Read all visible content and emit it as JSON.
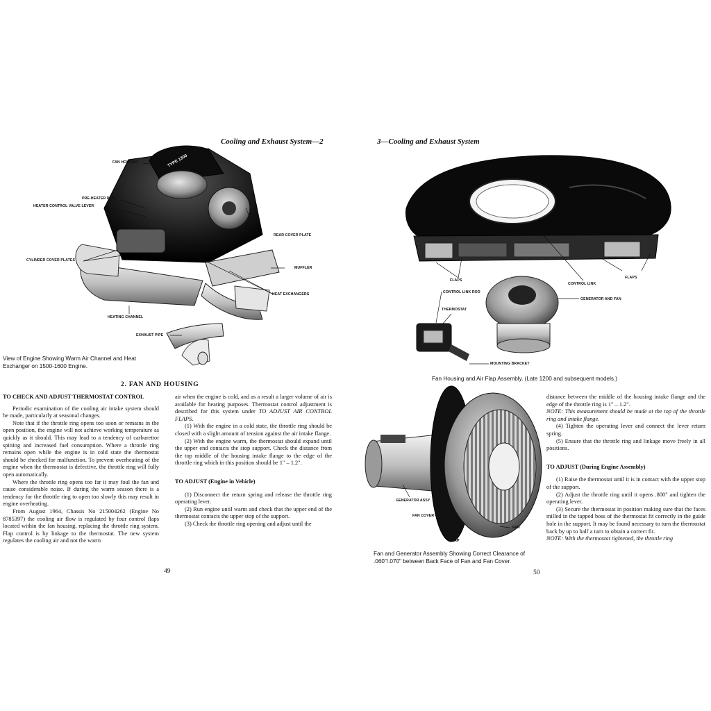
{
  "left_page": {
    "running_head": "Cooling and Exhaust System—2",
    "page_number": "49",
    "figure": {
      "callouts": {
        "fan_housing": "FAN HOUSING",
        "pre_heater_pipe": "PRE-HEATER PIPE",
        "heater_control_valve_lever": "HEATER CONTROL VALVE LEVER",
        "rear_cover_plate": "REAR COVER PLATE",
        "cylinder_cover_plates": "CYLINDER COVER PLATES",
        "muffler": "MUFFLER",
        "heat_exchangers": "HEAT EXCHANGERS",
        "heating_channel": "HEATING CHANNEL",
        "exhaust_pipe": "EXHAUST PIPE"
      },
      "badge": "TYPE 1300",
      "caption_line1": "View of Engine Showing Warm Air Channel and Heat",
      "caption_line2": "Exchanger on 1500-1600 Engine."
    },
    "section_title": "2.  FAN AND HOUSING",
    "col1": {
      "subhead": "TO CHECK AND ADJUST THERMOSTAT CONTROL",
      "p1": "Periodic examination of the cooling air intake system should be made, particularly at seasonal changes.",
      "p2": "Note that if the throttle ring opens too soon or remains in the open position, the engine will not achieve working temperature as quickly as it should. This may lead to a tendency of carburettor spitting and increased fuel consumption. Where a throttle ring remains open while the engine is in cold state the thermostat should be checked for malfunction. To prevent overheating of the engine when the thermostat is defective, the throttle ring will fully open automatically.",
      "p3": "Where the throttle ring opens too far it may foul the fan and cause considerable noise. If during the warm season there is a tendency for the throttle ring to open too slowly this may result in engine overheating.",
      "p4": "From August 1964, Chassis No 215004262 (Engine No 8785397) the cooling air flow is regulated by four control flaps located within the fan housing, replacing the throttle ring system. Flap control is by linkage to the thermostat. The new system regulates the cooling air and not the warm"
    },
    "col2": {
      "p1a": "air when the engine is cold, and as a result a larger volume of air is available for heating purposes. Thermostat control adjustment is described for this system under ",
      "p1b": "TO ADJUST AIR CONTROL FLAPS",
      "p1c": ".",
      "p2": "(1) With the engine in a cold state, the throttle ring should be closed with a slight amount of tension against the air intake flange.",
      "p3": "(2) With the engine warm, the thermostat should expand until the upper end contacts the stop support. Check the distance from the top middle of the housing intake flange to the edge of the throttle ring which in this position should be 1\" – 1.2\".",
      "subhead": "TO ADJUST (Engine in Vehicle)",
      "p4": "(1) Disconnect the return spring and release the throttle ring operating lever.",
      "p5": "(2) Run engine until warm and check that the upper end of the thermostat contacts the upper stop of the support.",
      "p6": "(3) Check the throttle ring opening and adjust until the"
    }
  },
  "right_page": {
    "running_head": "3—Cooling and Exhaust System",
    "page_number": "50",
    "figure_top": {
      "callouts": {
        "flaps_left": "FLAPS",
        "control_link": "CONTROL LINK",
        "flaps_right": "FLAPS",
        "control_link_rod": "CONTROL LINK ROD",
        "generator_and_fan": "GENERATOR AND FAN",
        "thermostat": "THERMOSTAT",
        "mounting_bracket": "MOUNTING BRACKET"
      },
      "caption": "Fan Housing and Air Flap Assembly. (Late 1200 and subsequent models.)"
    },
    "figure_bottom": {
      "callouts": {
        "generator_assy": "GENERATOR ASSY",
        "fan_cover": "FAN COVER",
        "fan": "FAN",
        "gap": "GAP"
      },
      "caption_line1": "Fan and Generator Assembly Showing Correct Clearance of",
      "caption_line2": ".060\"/.070\" between Back Face of Fan and Fan Cover."
    },
    "col3": {
      "p1": "distance between the middle of the housing intake flange and the edge of the throttle ring is 1\" – 1.2\".",
      "note": "NOTE: This measurement should be made at the top of the throttle ring and intake flange.",
      "p2": "(4) Tighten the operating lever and connect the lever return spring.",
      "p3": "(5) Ensure that the throttle ring and linkage move freely in all positions.",
      "subhead": "TO ADJUST (During Engine Assembly)",
      "p4": "(1) Raise the thermostat until it is in contact with the upper stop of the support.",
      "p5": "(2) Adjust the throttle ring until it opens .800\" and tighten the operating lever.",
      "p6": "(3) Secure the thermostat in position making sure that the faces milled in the tapped boss of the thermostat fit correctly in the guide hole in the support. It may be found necessary to turn the thermostat back by up to half a turn to obtain a correct fit.",
      "note2": "NOTE: With the thermostat tightened, the throttle ring"
    }
  },
  "colors": {
    "ink": "#111111",
    "paper": "#ffffff"
  }
}
